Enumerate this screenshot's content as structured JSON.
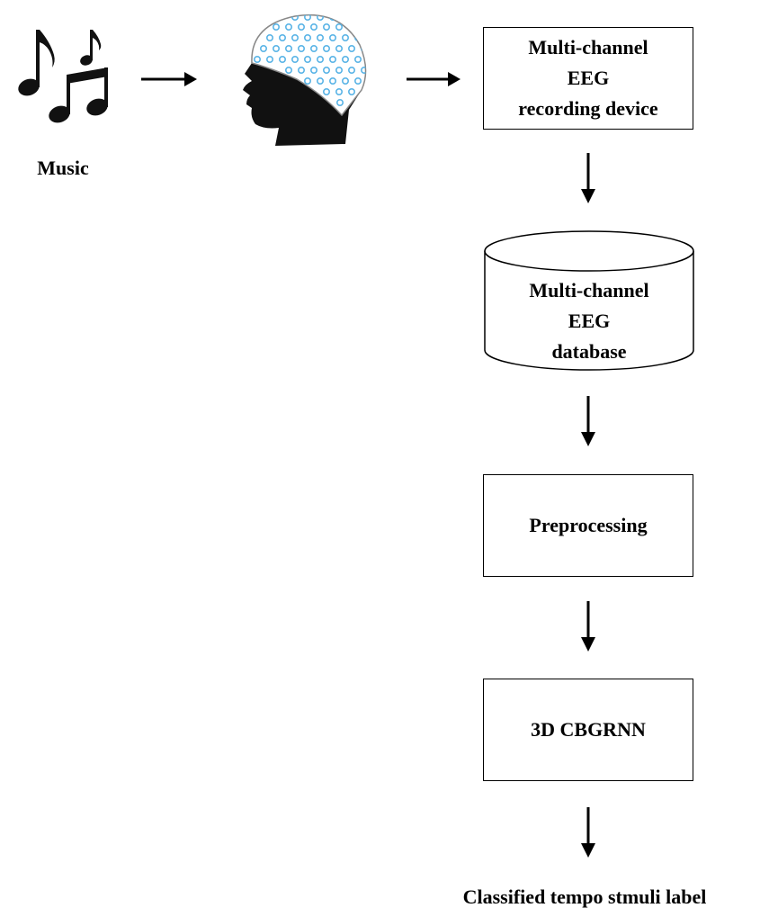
{
  "music": {
    "label": "Music"
  },
  "recording_device": {
    "lines": [
      "Multi-channel",
      "EEG",
      "recording device"
    ]
  },
  "database": {
    "lines": [
      "Multi-channel",
      "EEG",
      "database"
    ]
  },
  "preprocessing": {
    "label": "Preprocessing"
  },
  "model": {
    "label": "3D CBGRNN"
  },
  "output": {
    "label": "Classified tempo stmuli label"
  }
}
